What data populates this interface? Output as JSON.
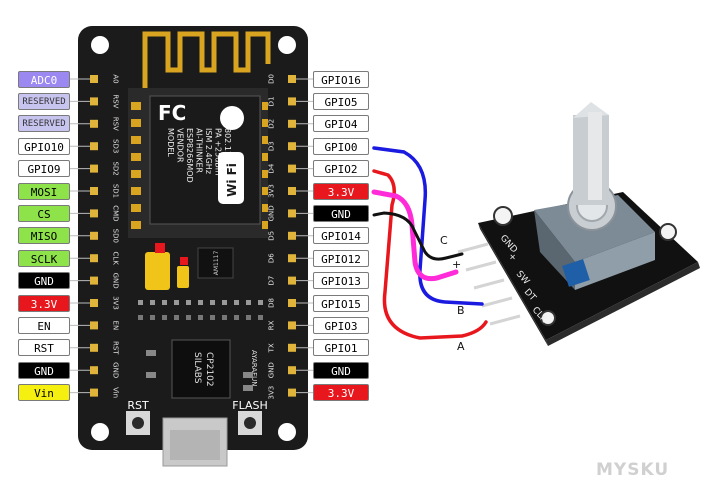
{
  "left_labels": [
    {
      "text": "ADC0",
      "bg": "#9b88f0",
      "fg": "#ffffff"
    },
    {
      "text": "RESERVED",
      "bg": "#c8c4f0",
      "fg": "#333333"
    },
    {
      "text": "RESERVED",
      "bg": "#c8c4f0",
      "fg": "#333333"
    },
    {
      "text": "GPIO10",
      "bg": "#ffffff",
      "fg": "#000000"
    },
    {
      "text": "GPIO9",
      "bg": "#ffffff",
      "fg": "#000000"
    },
    {
      "text": "MOSI",
      "bg": "#8fe34a",
      "fg": "#000000"
    },
    {
      "text": "CS",
      "bg": "#8fe34a",
      "fg": "#000000"
    },
    {
      "text": "MISO",
      "bg": "#8fe34a",
      "fg": "#000000"
    },
    {
      "text": "SCLK",
      "bg": "#8fe34a",
      "fg": "#000000"
    },
    {
      "text": "GND",
      "bg": "#000000",
      "fg": "#ffffff"
    },
    {
      "text": "3.3V",
      "bg": "#e8171d",
      "fg": "#ffffff"
    },
    {
      "text": "EN",
      "bg": "#ffffff",
      "fg": "#000000"
    },
    {
      "text": "RST",
      "bg": "#ffffff",
      "fg": "#000000"
    },
    {
      "text": "GND",
      "bg": "#000000",
      "fg": "#ffffff"
    },
    {
      "text": "Vin",
      "bg": "#f5f010",
      "fg": "#000000"
    }
  ],
  "right_labels": [
    {
      "text": "GPIO16",
      "bg": "#ffffff",
      "fg": "#000000"
    },
    {
      "text": "GPIO5",
      "bg": "#ffffff",
      "fg": "#000000"
    },
    {
      "text": "GPIO4",
      "bg": "#ffffff",
      "fg": "#000000"
    },
    {
      "text": "GPIO0",
      "bg": "#ffffff",
      "fg": "#000000"
    },
    {
      "text": "GPIO2",
      "bg": "#ffffff",
      "fg": "#000000"
    },
    {
      "text": "3.3V",
      "bg": "#e8171d",
      "fg": "#ffffff"
    },
    {
      "text": "GND",
      "bg": "#000000",
      "fg": "#ffffff"
    },
    {
      "text": "GPIO14",
      "bg": "#ffffff",
      "fg": "#000000"
    },
    {
      "text": "GPIO12",
      "bg": "#ffffff",
      "fg": "#000000"
    },
    {
      "text": "GPIO13",
      "bg": "#ffffff",
      "fg": "#000000"
    },
    {
      "text": "GPIO15",
      "bg": "#ffffff",
      "fg": "#000000"
    },
    {
      "text": "GPIO3",
      "bg": "#ffffff",
      "fg": "#000000"
    },
    {
      "text": "GPIO1",
      "bg": "#ffffff",
      "fg": "#000000"
    },
    {
      "text": "GND",
      "bg": "#000000",
      "fg": "#ffffff"
    },
    {
      "text": "3.3V",
      "bg": "#e8171d",
      "fg": "#ffffff"
    }
  ],
  "left_pin_names": [
    "A0",
    "RSV",
    "RSV",
    "SD3",
    "SD2",
    "SD1",
    "CMD",
    "SD0",
    "CLK",
    "GND",
    "3V3",
    "EN",
    "RST",
    "GND",
    "Vin"
  ],
  "right_pin_names": [
    "D0",
    "D1",
    "D2",
    "D3",
    "D4",
    "3V3",
    "GND",
    "D5",
    "D6",
    "D7",
    "D8",
    "RX",
    "TX",
    "GND",
    "3V3"
  ],
  "board": {
    "module_lines": [
      "MODEL",
      "VENDOR",
      "ESP8266MOD",
      "AI-THINKER",
      "ISM 2.4GHz",
      "PA +25dBm",
      "802.11b/g/n"
    ],
    "fcc": "FC",
    "wifi": "Wi Fi",
    "regulator": "AM1117",
    "usb_chip_lines": [
      "SILABS",
      "CP2102"
    ],
    "brand": "AYARAFUN",
    "rst_label": "RST",
    "flash_label": "FLASH"
  },
  "encoder": {
    "pins": [
      "GND",
      "+",
      "SW",
      "DT",
      "CLK"
    ],
    "wire_labels": [
      "C",
      "+",
      "B",
      "A"
    ]
  },
  "wire_colors": {
    "gpio0": "#1a1ae0",
    "gpio2": "#e8171d",
    "v33": "#ff2ad8",
    "gnd": "#111111"
  },
  "watermark": "MYSKU"
}
